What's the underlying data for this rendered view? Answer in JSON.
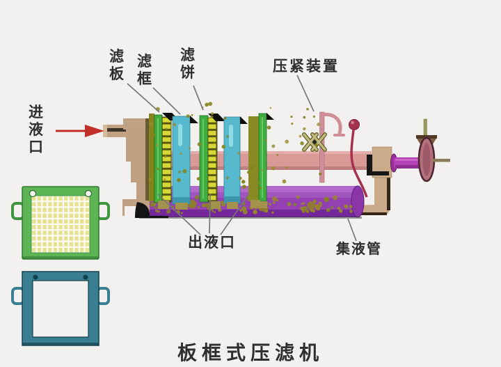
{
  "title": "板框式压滤机",
  "labels": {
    "inlet": "进液口",
    "filter_plate": "滤板",
    "filter_frame": "滤框",
    "filter_cake": "滤饼",
    "press_device": "压紧装置",
    "outlet": "出液口",
    "collecting_pipe": "集液管"
  },
  "colors": {
    "background": "#f2f1ef",
    "plate_green": "#3fae3f",
    "grid_yellow": "#e9e193",
    "frame_cyan": "#57b9cd",
    "cake_olive": "#84841e",
    "pipe_purple": "#9340b3",
    "beam_pink": "#d99a97",
    "head_tan": "#c2a284",
    "screw_magenta": "#b53fb5",
    "lever_maroon": "#a53050",
    "arrow_red": "#c03028",
    "spare_frame_teal": "#3a7f91",
    "label_text": "#2f2f2f"
  }
}
